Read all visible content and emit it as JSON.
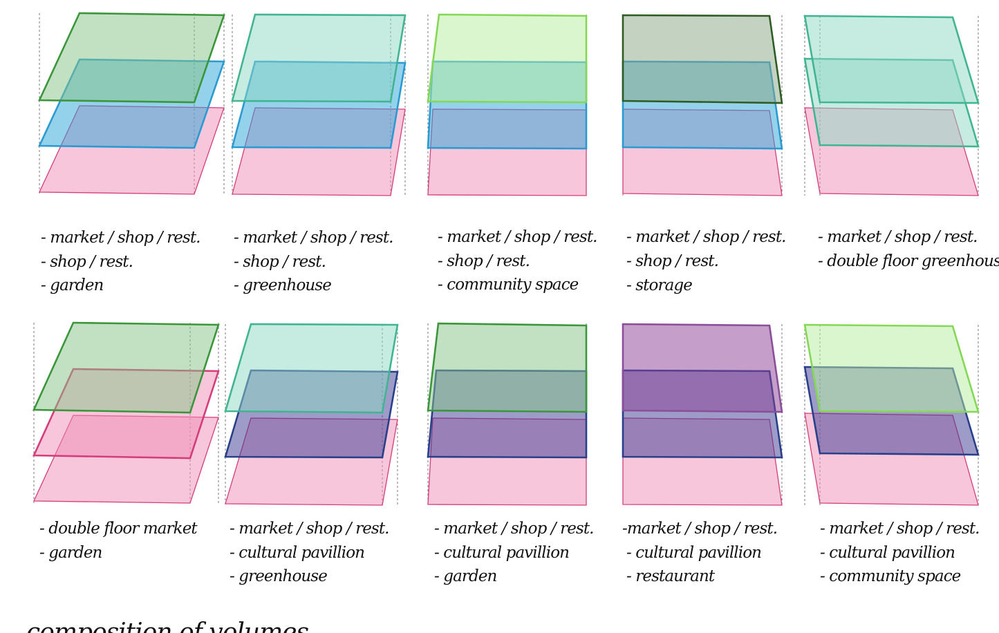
{
  "colors": {
    "pink": {
      "fill": "#ef8db6",
      "stroke": "#d33d7b"
    },
    "blue": {
      "fill": "#29a3d5",
      "stroke": "#2b9ad2"
    },
    "green": {
      "fill": "#86c486",
      "stroke": "#3b963b"
    },
    "mint": {
      "fill": "#8dd7c4",
      "stroke": "#41b492"
    },
    "lime": {
      "fill": "#b5ee9e",
      "stroke": "#84d855"
    },
    "olive": {
      "fill": "#8aa583",
      "stroke": "#2f5c24"
    },
    "navy": {
      "fill": "#3c3a91",
      "stroke": "#293f8a"
    },
    "purple": {
      "fill": "#8c3f96",
      "stroke": "#8a4f98"
    }
  },
  "diagrams": [
    {
      "layers": [
        "pink",
        "blue",
        "green"
      ],
      "captions": [
        "- market / shop / rest.",
        "- shop / rest.",
        "- garden"
      ]
    },
    {
      "layers": [
        "pink",
        "blue",
        "mint"
      ],
      "captions": [
        "- market / shop / rest.",
        "- shop / rest.",
        "- greenhouse"
      ]
    },
    {
      "layers": [
        "pink",
        "blue",
        "lime"
      ],
      "captions": [
        "- market / shop / rest.",
        "- shop / rest.",
        "- community space"
      ]
    },
    {
      "layers": [
        "pink",
        "blue",
        "olive"
      ],
      "captions": [
        "- market / shop / rest.",
        "- shop / rest.",
        "- storage"
      ]
    },
    {
      "layers": [
        "pink",
        "mint",
        "mint"
      ],
      "captions": [
        "- market / shop / rest.",
        "- double floor greenhouse"
      ]
    },
    {
      "layers": [
        "pink",
        "pink",
        "green"
      ],
      "captions": [
        "- double floor market",
        "- garden"
      ]
    },
    {
      "layers": [
        "pink",
        "navy",
        "mint"
      ],
      "captions": [
        "- market / shop / rest.",
        "- cultural pavillion",
        "- greenhouse"
      ]
    },
    {
      "layers": [
        "pink",
        "navy",
        "green"
      ],
      "captions": [
        "- market / shop / rest.",
        "- cultural pavillion",
        "- garden"
      ]
    },
    {
      "layers": [
        "pink",
        "navy",
        "purple"
      ],
      "captions": [
        "-market / shop / rest.",
        "- cultural pavillion",
        "- restaurant"
      ]
    },
    {
      "layers": [
        "pink",
        "navy",
        "lime"
      ],
      "captions": [
        "- market / shop / rest.",
        "- cultural pavillion",
        "- community space"
      ]
    }
  ],
  "title": "composition of volumes"
}
